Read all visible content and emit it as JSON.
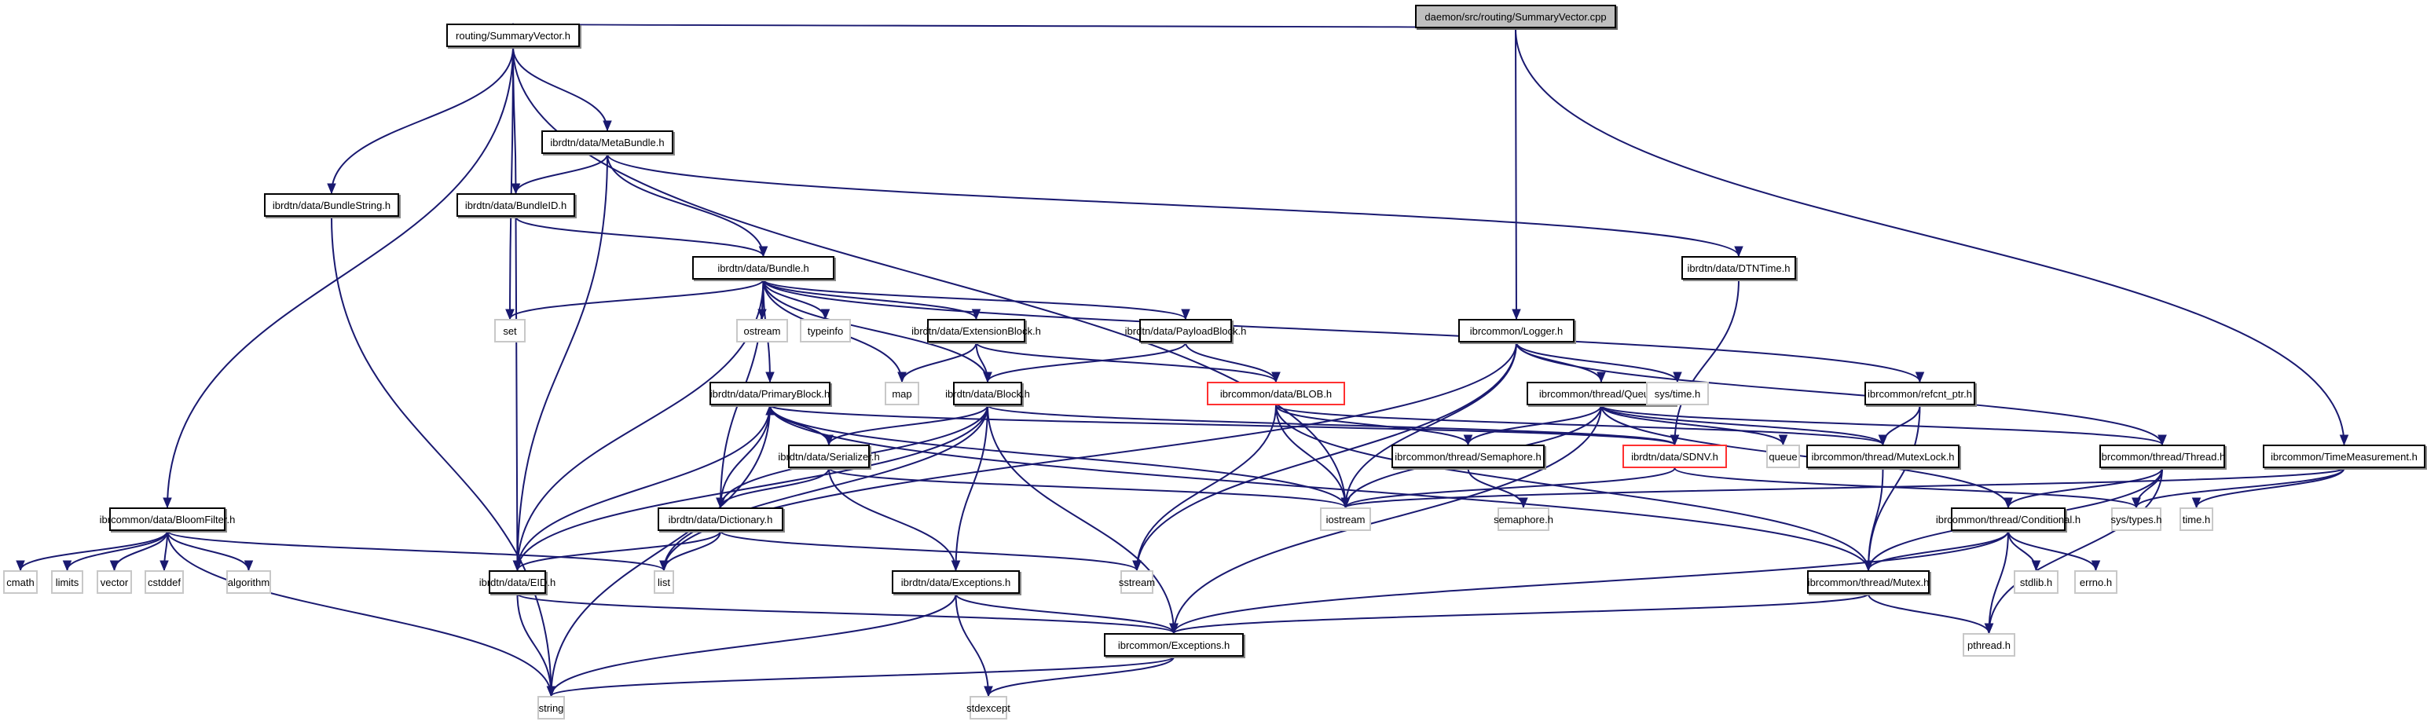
{
  "title": "daemon/src/routing/SummaryVector.cpp include dependency graph",
  "colors": {
    "edge": "#191970",
    "local_border": "#000000",
    "system_border": "#c8c8c8",
    "truncated_border": "#ff3030",
    "root_fill": "#bfbfbf"
  },
  "nodes": {
    "root": "daemon/src/routing/SummaryVector.cpp",
    "summaryvector_h": "routing/SummaryVector.h",
    "metabundle": "ibrdtn/data/MetaBundle.h",
    "bundlestring": "ibrdtn/data/BundleString.h",
    "bundleid": "ibrdtn/data/BundleID.h",
    "bundle": "ibrdtn/data/Bundle.h",
    "dtntime": "ibrdtn/data/DTNTime.h",
    "logger": "ibrcommon/Logger.h",
    "timemeasurement": "ibrcommon/TimeMeasurement.h",
    "set": "set",
    "ostream": "ostream",
    "typeinfo": "typeinfo",
    "extensionblock": "ibrdtn/data/ExtensionBlock.h",
    "payloadblock": "ibrdtn/data/PayloadBlock.h",
    "map": "map",
    "primaryblock": "ibrdtn/data/PrimaryBlock.h",
    "block": "ibrdtn/data/Block.h",
    "blob": "ibrcommon/data/BLOB.h",
    "queue_h": "ibrcommon/thread/Queue.h",
    "systime": "sys/time.h",
    "refcnt": "ibrcommon/refcnt_ptr.h",
    "serializer": "ibrdtn/data/Serializer.h",
    "semaphore_h": "ibrcommon/thread/Semaphore.h",
    "sdnv": "ibrdtn/data/SDNV.h",
    "queue": "queue",
    "mutexlock": "ibrcommon/thread/MutexLock.h",
    "thread": "ibrcommon/thread/Thread.h",
    "iostream": "iostream",
    "semaphore": "semaphore.h",
    "systypes": "sys/types.h",
    "time": "time.h",
    "bloomfilter": "ibrcommon/data/BloomFilter.h",
    "dictionary": "ibrdtn/data/Dictionary.h",
    "conditional": "ibrcommon/thread/Conditional.h",
    "cmath": "cmath",
    "limits": "limits",
    "vector": "vector",
    "cstddef": "cstddef",
    "algorithm": "algorithm",
    "eid": "ibrdtn/data/EID.h",
    "list": "list",
    "exceptions_dtn": "ibrdtn/data/Exceptions.h",
    "sstream": "sstream",
    "mutex": "ibrcommon/thread/Mutex.h",
    "stdlib": "stdlib.h",
    "errno": "errno.h",
    "exceptions_common": "ibrcommon/Exceptions.h",
    "pthread": "pthread.h",
    "string": "string",
    "stdexcept": "stdexcept"
  },
  "edges": [
    [
      "root",
      "summaryvector_h"
    ],
    [
      "root",
      "logger"
    ],
    [
      "root",
      "timemeasurement"
    ],
    [
      "summaryvector_h",
      "metabundle"
    ],
    [
      "summaryvector_h",
      "bundlestring"
    ],
    [
      "summaryvector_h",
      "bundleid"
    ],
    [
      "summaryvector_h",
      "set"
    ],
    [
      "summaryvector_h",
      "iostream"
    ],
    [
      "summaryvector_h",
      "bloomfilter"
    ],
    [
      "metabundle",
      "bundleid"
    ],
    [
      "metabundle",
      "bundle"
    ],
    [
      "metabundle",
      "dtntime"
    ],
    [
      "metabundle",
      "eid"
    ],
    [
      "bundlestring",
      "string"
    ],
    [
      "bundleid",
      "bundle"
    ],
    [
      "bundleid",
      "eid"
    ],
    [
      "bundle",
      "set"
    ],
    [
      "bundle",
      "ostream"
    ],
    [
      "bundle",
      "typeinfo"
    ],
    [
      "bundle",
      "extensionblock"
    ],
    [
      "bundle",
      "payloadblock"
    ],
    [
      "bundle",
      "map"
    ],
    [
      "bundle",
      "primaryblock"
    ],
    [
      "bundle",
      "block"
    ],
    [
      "bundle",
      "dictionary"
    ],
    [
      "bundle",
      "eid"
    ],
    [
      "bundle",
      "refcnt"
    ],
    [
      "dtntime",
      "sdnv"
    ],
    [
      "logger",
      "list"
    ],
    [
      "logger",
      "sstream"
    ],
    [
      "logger",
      "iostream"
    ],
    [
      "logger",
      "queue_h"
    ],
    [
      "logger",
      "systime"
    ],
    [
      "logger",
      "thread"
    ],
    [
      "timemeasurement",
      "iostream"
    ],
    [
      "timemeasurement",
      "systypes"
    ],
    [
      "timemeasurement",
      "time"
    ],
    [
      "extensionblock",
      "map"
    ],
    [
      "extensionblock",
      "block"
    ],
    [
      "extensionblock",
      "blob"
    ],
    [
      "payloadblock",
      "block"
    ],
    [
      "payloadblock",
      "blob"
    ],
    [
      "primaryblock",
      "serializer"
    ],
    [
      "primaryblock",
      "dictionary"
    ],
    [
      "primaryblock",
      "eid"
    ],
    [
      "primaryblock",
      "string"
    ],
    [
      "primaryblock",
      "iostream"
    ],
    [
      "primaryblock",
      "sdnv"
    ],
    [
      "primaryblock",
      "mutex"
    ],
    [
      "block",
      "serializer"
    ],
    [
      "block",
      "dictionary"
    ],
    [
      "block",
      "eid"
    ],
    [
      "block",
      "list"
    ],
    [
      "block",
      "exceptions_dtn"
    ],
    [
      "block",
      "exceptions_common"
    ],
    [
      "block",
      "sdnv"
    ],
    [
      "blob",
      "semaphore_h"
    ],
    [
      "blob",
      "iostream"
    ],
    [
      "blob",
      "sstream"
    ],
    [
      "blob",
      "mutexlock"
    ],
    [
      "blob",
      "mutex"
    ],
    [
      "queue_h",
      "semaphore_h"
    ],
    [
      "queue_h",
      "queue"
    ],
    [
      "queue_h",
      "mutexlock"
    ],
    [
      "queue_h",
      "iostream"
    ],
    [
      "queue_h",
      "conditional"
    ],
    [
      "queue_h",
      "exceptions_common"
    ],
    [
      "queue_h",
      "thread"
    ],
    [
      "refcnt",
      "mutexlock"
    ],
    [
      "refcnt",
      "mutex"
    ],
    [
      "serializer",
      "primaryblock"
    ],
    [
      "serializer",
      "dictionary"
    ],
    [
      "serializer",
      "iostream"
    ],
    [
      "serializer",
      "exceptions_dtn"
    ],
    [
      "semaphore_h",
      "semaphore"
    ],
    [
      "sdnv",
      "iostream"
    ],
    [
      "sdnv",
      "systypes"
    ],
    [
      "mutexlock",
      "mutex"
    ],
    [
      "thread",
      "conditional"
    ],
    [
      "thread",
      "mutex"
    ],
    [
      "thread",
      "systypes"
    ],
    [
      "thread",
      "pthread"
    ],
    [
      "bloomfilter",
      "cmath"
    ],
    [
      "bloomfilter",
      "limits"
    ],
    [
      "bloomfilter",
      "vector"
    ],
    [
      "bloomfilter",
      "cstddef"
    ],
    [
      "bloomfilter",
      "algorithm"
    ],
    [
      "bloomfilter",
      "string"
    ],
    [
      "bloomfilter",
      "list"
    ],
    [
      "dictionary",
      "eid"
    ],
    [
      "dictionary",
      "list"
    ],
    [
      "dictionary",
      "sstream"
    ],
    [
      "conditional",
      "mutex"
    ],
    [
      "conditional",
      "stdlib"
    ],
    [
      "conditional",
      "errno"
    ],
    [
      "conditional",
      "pthread"
    ],
    [
      "conditional",
      "exceptions_common"
    ],
    [
      "eid",
      "string"
    ],
    [
      "eid",
      "exceptions_common"
    ],
    [
      "exceptions_dtn",
      "exceptions_common"
    ],
    [
      "exceptions_dtn",
      "string"
    ],
    [
      "exceptions_dtn",
      "stdexcept"
    ],
    [
      "mutex",
      "exceptions_common"
    ],
    [
      "mutex",
      "pthread"
    ],
    [
      "exceptions_common",
      "string"
    ],
    [
      "exceptions_common",
      "stdexcept"
    ]
  ]
}
